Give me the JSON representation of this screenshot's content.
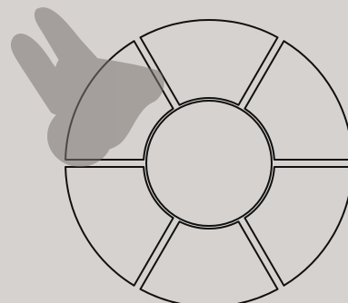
{
  "wheel": {
    "segment_count": 6,
    "segments": [
      {
        "id": "top"
      },
      {
        "id": "upper-right"
      },
      {
        "id": "lower-right"
      },
      {
        "id": "bottom"
      },
      {
        "id": "lower-left"
      },
      {
        "id": "upper-left"
      }
    ],
    "hub": {
      "id": "center"
    }
  },
  "overlay": {
    "icon": "pointing-hand-shadow-icon"
  },
  "colors": {
    "background": "#d6d2cf",
    "outline": "#111111",
    "shadow": "#7d7673"
  }
}
